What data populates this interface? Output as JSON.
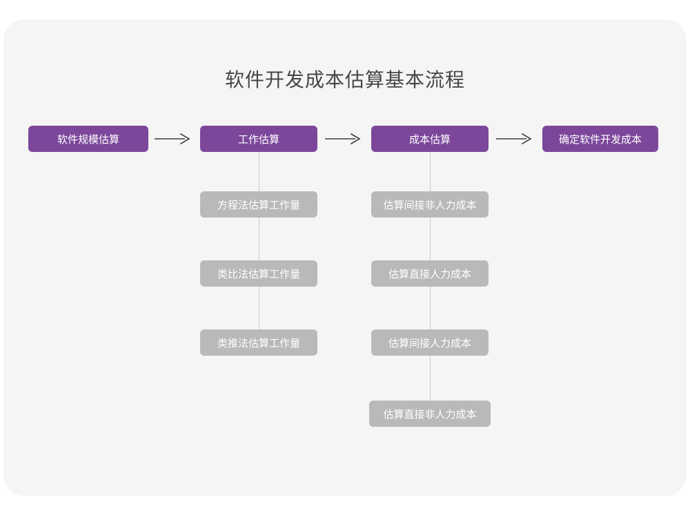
{
  "page": {
    "background_color": "#ffffff",
    "canvas_color": "#f5f5f5"
  },
  "diagram": {
    "type": "flowchart",
    "title": "软件开发成本估算基本流程",
    "colors": {
      "primary_node": "#7c479b",
      "secondary_node": "#b9b9b9",
      "node_text": "#ffffff",
      "title_text": "#464646",
      "connector": "#c9c9c9",
      "arrow": "#3c3c3c"
    },
    "arrow_glyph": "long-right-arrow",
    "main_flow": [
      {
        "id": "step1",
        "label": "软件规模估算"
      },
      {
        "id": "step2",
        "label": "工作估算"
      },
      {
        "id": "step3",
        "label": "成本估算"
      },
      {
        "id": "step4",
        "label": "确定软件开发成本"
      }
    ],
    "branches": [
      {
        "parent": "step2",
        "items": [
          {
            "label": "方程法估算工作量"
          },
          {
            "label": "类比法估算工作量"
          },
          {
            "label": "类推法估算工作量"
          }
        ]
      },
      {
        "parent": "step3",
        "items": [
          {
            "label": "估算间接非人力成本"
          },
          {
            "label": "估算直接人力成本"
          },
          {
            "label": "估算间接人力成本"
          },
          {
            "label": "估算直接非人力成本"
          }
        ]
      }
    ]
  }
}
